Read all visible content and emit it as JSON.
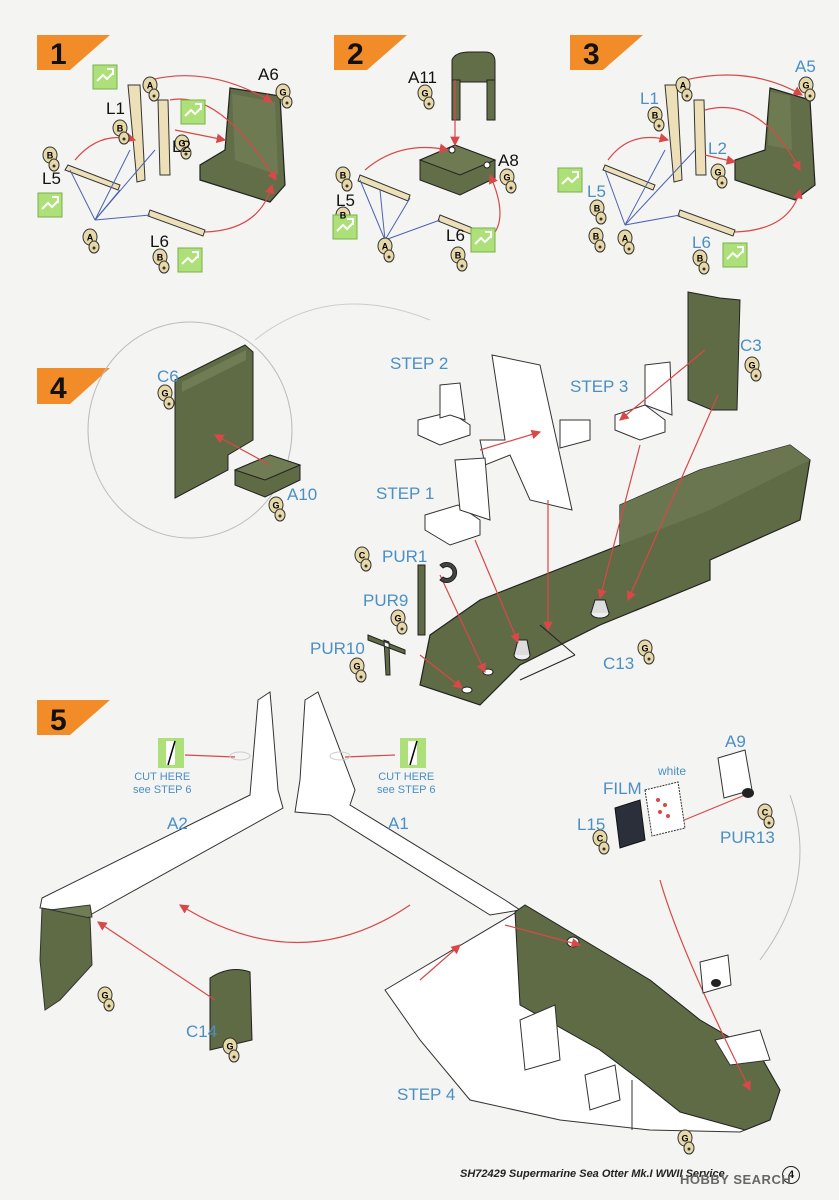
{
  "steps": {
    "s1": {
      "number": "1",
      "labels": {
        "a6": "A6",
        "l1": "L1",
        "l2": "L2",
        "l5": "L5",
        "l6": "L6"
      }
    },
    "s2": {
      "number": "2",
      "labels": {
        "a11": "A11",
        "a8": "A8",
        "l5": "L5",
        "l6": "L6"
      }
    },
    "s3": {
      "number": "3",
      "labels": {
        "a5": "A5",
        "l1": "L1",
        "l2": "L2",
        "l5": "L5",
        "l6": "L6"
      }
    },
    "s4": {
      "number": "4",
      "labels": {
        "c6": "C6",
        "a10": "A10",
        "c3": "C3",
        "step2": "STEP 2",
        "step3": "STEP 3",
        "step1": "STEP 1",
        "pur1": "PUR1",
        "pur9": "PUR9",
        "pur10": "PUR10",
        "c13": "C13"
      }
    },
    "s5": {
      "number": "5",
      "labels": {
        "a2": "A2",
        "a1": "A1",
        "a9": "A9",
        "white": "white",
        "film": "FILM",
        "l15": "L15",
        "pur13": "PUR13",
        "c14": "C14",
        "step4": "STEP 4",
        "cut_left": "CUT HERE\nsee STEP 6",
        "cut_right": "CUT HERE\nsee STEP 6"
      }
    }
  },
  "sprue_badges": {
    "a": "A",
    "b": "B",
    "c": "C",
    "g": "G"
  },
  "footer": "SH72429  Supermarine Sea Otter Mk.I WWII Service",
  "page_number": "4",
  "watermark": "HOBBY SEARCH",
  "colors": {
    "paint_green": "#5e6b45",
    "seat_green": "#626e48",
    "arrow_red": "#d94848",
    "leader_blue": "#4a62b0",
    "step_orange": "#f28c28",
    "decal_green": "#aee07a",
    "label_blue": "#4a8fc6"
  }
}
